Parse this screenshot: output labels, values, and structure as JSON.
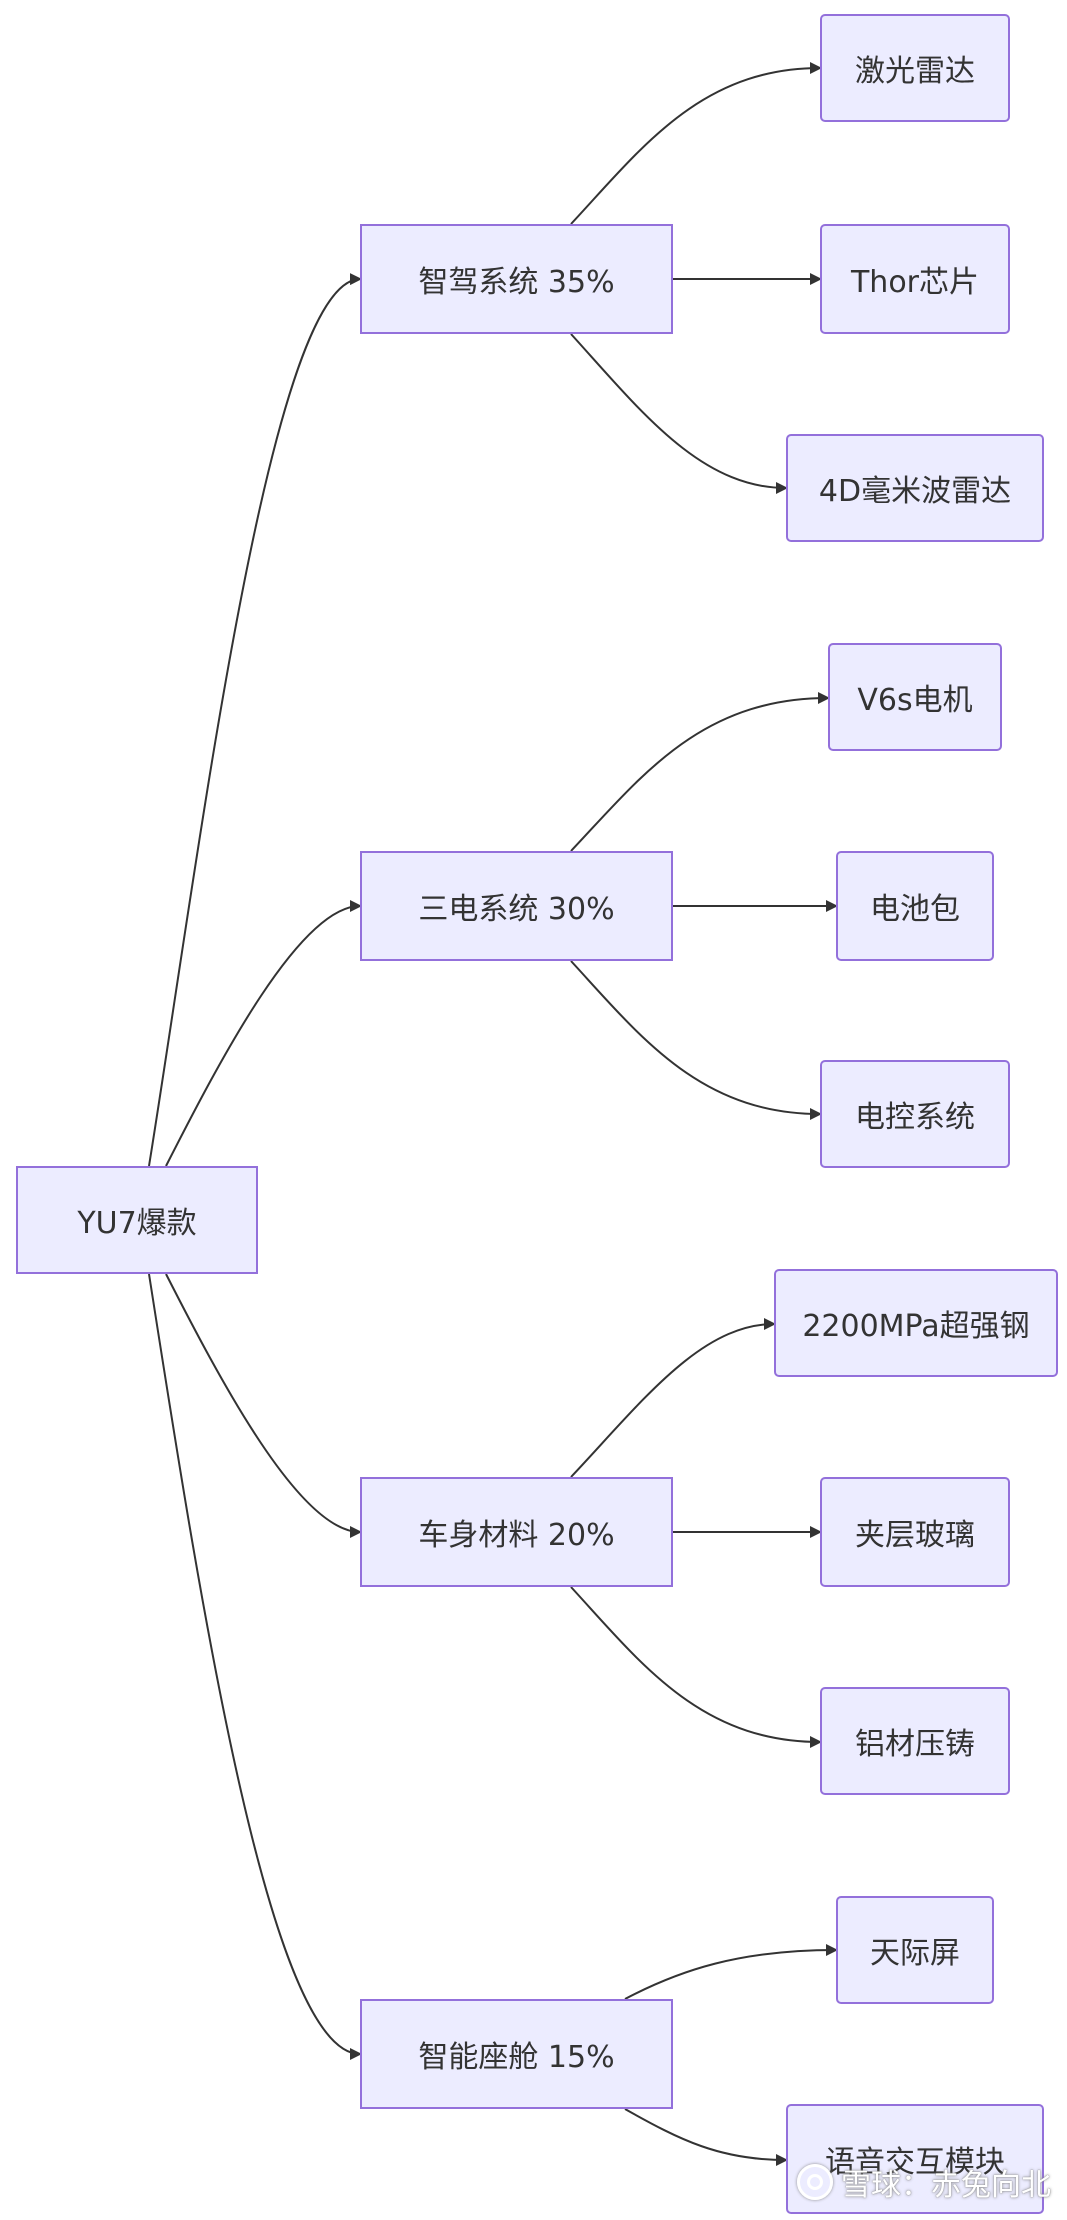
{
  "root": {
    "label": "YU7爆款"
  },
  "categories": [
    {
      "label": "智驾系统 35%",
      "children": [
        "激光雷达",
        "Thor芯片",
        "4D毫米波雷达"
      ]
    },
    {
      "label": "三电系统 30%",
      "children": [
        "V6s电机",
        "电池包",
        "电控系统"
      ]
    },
    {
      "label": "车身材料 20%",
      "children": [
        "2200MPa超强钢",
        "夹层玻璃",
        "铝材压铸"
      ]
    },
    {
      "label": "智能座舱 15%",
      "children": [
        "天际屏",
        "语音交互模块"
      ]
    }
  ],
  "watermark": {
    "text": "雪球：赤兔向北"
  },
  "colors": {
    "node_fill": "#ececff",
    "node_border": "#9370db",
    "edge": "#333333",
    "text": "#333333"
  }
}
